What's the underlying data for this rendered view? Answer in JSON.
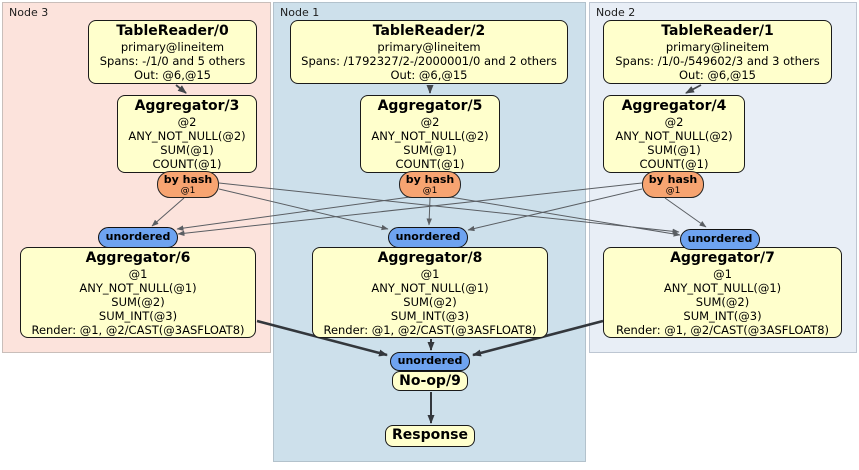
{
  "regions": {
    "node3": {
      "label": "Node 3"
    },
    "node1": {
      "label": "Node 1"
    },
    "node2": {
      "label": "Node 2"
    }
  },
  "processors": {
    "tablereader0": {
      "title": "TableReader/0",
      "lines": [
        "primary@lineitem",
        "Spans: -/1/0 and 5 others",
        "Out: @6,@15"
      ]
    },
    "tablereader2": {
      "title": "TableReader/2",
      "lines": [
        "primary@lineitem",
        "Spans: /1792327/2-/2000001/0 and 2 others",
        "Out: @6,@15"
      ]
    },
    "tablereader1": {
      "title": "TableReader/1",
      "lines": [
        "primary@lineitem",
        "Spans: /1/0-/549602/3 and 3 others",
        "Out: @6,@15"
      ]
    },
    "aggregator3": {
      "title": "Aggregator/3",
      "lines": [
        "@2",
        "ANY_NOT_NULL(@2)",
        "SUM(@1)",
        "COUNT(@1)"
      ]
    },
    "aggregator5": {
      "title": "Aggregator/5",
      "lines": [
        "@2",
        "ANY_NOT_NULL(@2)",
        "SUM(@1)",
        "COUNT(@1)"
      ]
    },
    "aggregator4": {
      "title": "Aggregator/4",
      "lines": [
        "@2",
        "ANY_NOT_NULL(@2)",
        "SUM(@1)",
        "COUNT(@1)"
      ]
    },
    "aggregator6": {
      "title": "Aggregator/6",
      "lines": [
        "@1",
        "ANY_NOT_NULL(@1)",
        "SUM(@2)",
        "SUM_INT(@3)",
        "Render: @1, @2/CAST(@3ASFLOAT8)"
      ]
    },
    "aggregator8": {
      "title": "Aggregator/8",
      "lines": [
        "@1",
        "ANY_NOT_NULL(@1)",
        "SUM(@2)",
        "SUM_INT(@3)",
        "Render: @1, @2/CAST(@3ASFLOAT8)"
      ]
    },
    "aggregator7": {
      "title": "Aggregator/7",
      "lines": [
        "@1",
        "ANY_NOT_NULL(@1)",
        "SUM(@2)",
        "SUM_INT(@3)",
        "Render: @1, @2/CAST(@3ASFLOAT8)"
      ]
    },
    "noop9": {
      "title": "No-op/9"
    },
    "response": {
      "title": "Response"
    }
  },
  "routers": {
    "by_hash": {
      "label": "by hash",
      "sub": "@1"
    },
    "unordered": {
      "label": "unordered"
    }
  },
  "colors": {
    "node3_bg": "#fce3dc",
    "node1_bg": "#cde0eb",
    "node2_bg": "#e8eef6",
    "processor_box_bg": "#ffffcc",
    "by_hash_oval_bg": "#f7a471",
    "unordered_oval_bg": "#6ea3f0"
  }
}
